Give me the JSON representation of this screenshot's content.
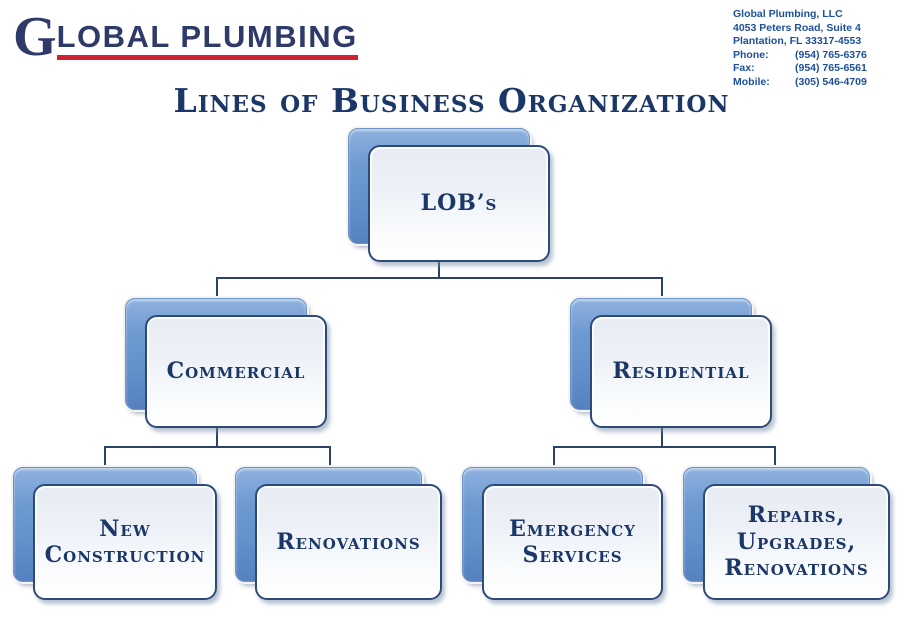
{
  "page": {
    "background": "#ffffff",
    "accent_navy": "#1b3768",
    "accent_red": "#d02231",
    "node_back_fill": "#6b97cf",
    "node_front_fill": "#eef1f7",
    "node_border": "#2e4a77",
    "connector_color": "#2d4266"
  },
  "header": {
    "logo": {
      "initial": "G",
      "rest": "LOBAL PLUMBING"
    },
    "contact": {
      "company": "Global Plumbing, LLC",
      "address_line1": "4053 Peters Road, Suite 4",
      "address_line2": "Plantation, FL 33317-4553",
      "rows": [
        {
          "label": "Phone:",
          "value": "(954) 765-6376"
        },
        {
          "label": "Fax:",
          "value": "(954) 765-6561"
        },
        {
          "label": "Mobile:",
          "value": "(305) 546-4709"
        }
      ]
    }
  },
  "org_chart": {
    "title": "Lines of Business Organization",
    "root": {
      "id": "lobs",
      "label": "LOB’s",
      "children": [
        {
          "id": "commercial",
          "label": "Commercial",
          "children": [
            {
              "id": "new-construction",
              "label": "New\nConstruction"
            },
            {
              "id": "renovations",
              "label": "Renovations"
            }
          ]
        },
        {
          "id": "residential",
          "label": "Residential",
          "children": [
            {
              "id": "emergency-services",
              "label": "Emergency\nServices"
            },
            {
              "id": "repairs-upgrades-renovations",
              "label": "Repairs,\nUpgrades,\nRenovations"
            }
          ]
        }
      ]
    }
  }
}
